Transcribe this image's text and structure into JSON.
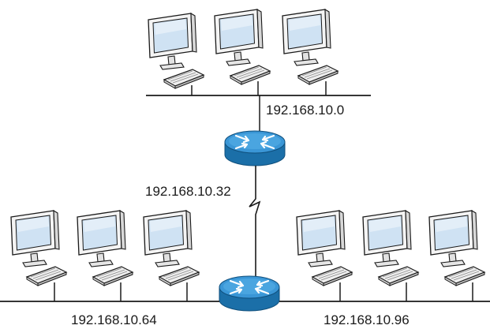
{
  "networks": {
    "top": {
      "address": "192.168.10.0"
    },
    "wan": {
      "address": "192.168.10.32"
    },
    "bottom_left": {
      "address": "192.168.10.64"
    },
    "bottom_right": {
      "address": "192.168.10.96"
    }
  },
  "devices": {
    "routers": 2,
    "top_workstations": 3,
    "bottom_left_workstations": 3,
    "bottom_right_workstations": 3
  },
  "colors": {
    "router": "#2f8fd0",
    "router_dark": "#1b6fa8",
    "router_light": "#9fd3f5",
    "monitor_body": "#f2f2f2",
    "monitor_screen": "#c9def0",
    "outline": "#1a1a1a",
    "line": "#1a1a1a"
  }
}
